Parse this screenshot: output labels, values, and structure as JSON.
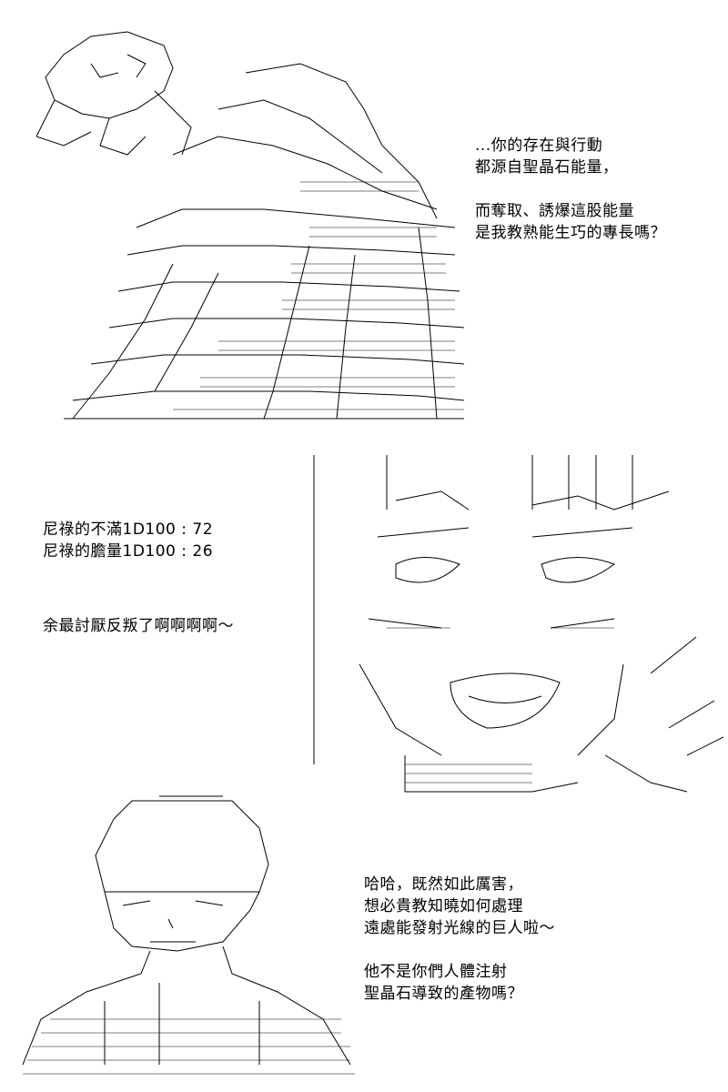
{
  "panel1": {
    "dialogue": [
      "...你的存在與行動",
      "都源自聖晶石能量，",
      "",
      "而奪取、誘爆這股能量",
      "是我教熟能生巧的專長嗎？"
    ]
  },
  "panel2": {
    "stats": [
      "尼祿的不滿1D100 : 72",
      "尼祿的膽量1D100 : 26"
    ],
    "dialogue": [
      "余最討厭反叛了啊啊啊啊～"
    ]
  },
  "panel3": {
    "dialogue": [
      "哈哈，既然如此厲害，",
      "想必貴教知曉如何處理",
      "遠處能發射光線的巨人啦～",
      "",
      "他不是你們人體注射",
      "聖晶石導致的產物嗎？"
    ]
  }
}
